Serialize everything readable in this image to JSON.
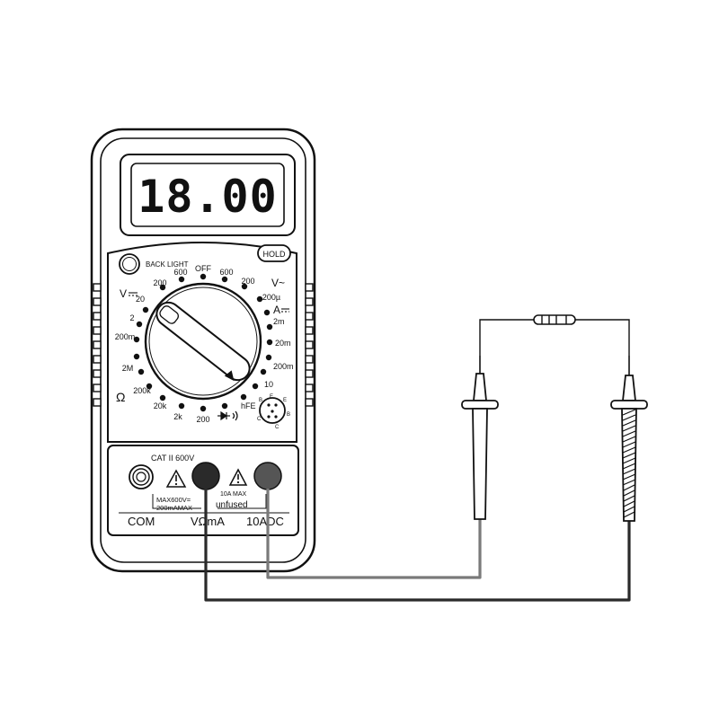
{
  "display": {
    "reading": "18.00"
  },
  "buttons": {
    "backlight": "BACK LIGHT",
    "hold": "HOLD"
  },
  "dial": {
    "top": {
      "off": "OFF",
      "dcv_600": "600",
      "acv_600": "600",
      "dcv_200": "200",
      "acv_200": "200"
    },
    "dcv_symbol": "V",
    "dcv_ranges": {
      "r20": "20",
      "r2": "2",
      "r200m": "200m"
    },
    "acv_symbol": "V~",
    "dca_symbol": "A",
    "dca_ranges": {
      "r200u": "200µ",
      "r2m": "2m",
      "r20m": "20m",
      "r200m": "200m",
      "r10": "10"
    },
    "ohm_symbol": "Ω",
    "ohm_ranges": {
      "r2m": "2M",
      "r200k": "200k",
      "r20k": "20k",
      "r2k": "2k",
      "r200": "200"
    },
    "hfe": "hFE",
    "hfe_pins": {
      "e": "E",
      "b": "B",
      "c": "C",
      "e2": "E",
      "b2": "B",
      "c2": "C"
    }
  },
  "jacks": {
    "cat_rating": "CAT II 600V",
    "max_v": "MAX600V=",
    "max_ma": "200mAMAX",
    "max_10a": "10A  MAX",
    "unfused": "unfused",
    "com": "COM",
    "vma": "VΩmA",
    "adc10": "10ADC"
  },
  "colors": {
    "outline": "#111111",
    "red_lead": "#2a2a2a",
    "black_lead": "#7a7a7a",
    "body": "#ffffff"
  }
}
